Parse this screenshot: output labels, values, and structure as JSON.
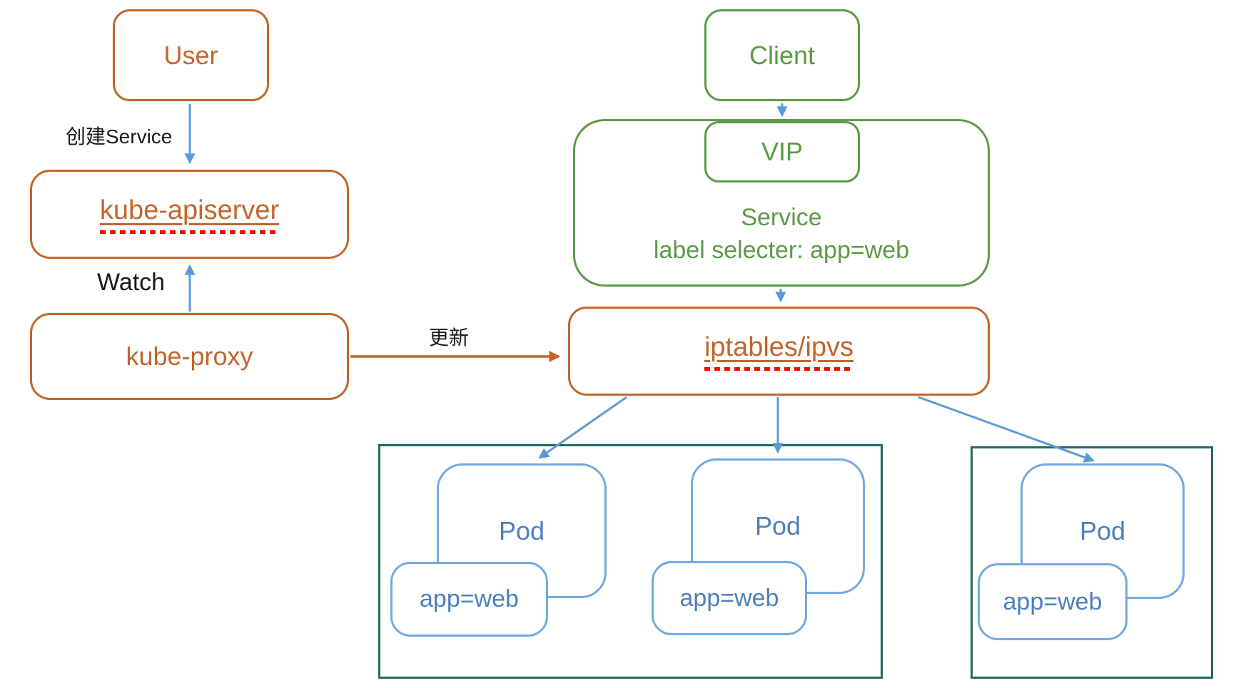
{
  "diagram": {
    "nodes": {
      "user": {
        "label": "User"
      },
      "kube_apiserver": {
        "label": "kube-apiserver",
        "spellcheck_underline": true
      },
      "kube_proxy": {
        "label": "kube-proxy"
      },
      "client": {
        "label": "Client"
      },
      "vip": {
        "label": "VIP"
      },
      "service": {
        "title": "Service",
        "subtitle": "label selecter: app=web"
      },
      "iptables": {
        "label": "iptables/ipvs",
        "spellcheck_underline": true
      },
      "pods": [
        {
          "label": "Pod",
          "tag": "app=web"
        },
        {
          "label": "Pod",
          "tag": "app=web"
        },
        {
          "label": "Pod",
          "tag": "app=web"
        }
      ]
    },
    "edge_labels": {
      "create_service": "创建Service",
      "watch": "Watch",
      "update": "更新"
    },
    "colors": {
      "orange": "#C2662D",
      "green": "#5C9A48",
      "arrow_blue": "#5B9BD5",
      "pod_border_blue": "#74A9DE",
      "pod_text_blue": "#4C7FBE",
      "node_teal": "#1E6B60",
      "spellcheck_red": "#FF0000",
      "label_black": "#1A1A1A"
    }
  }
}
